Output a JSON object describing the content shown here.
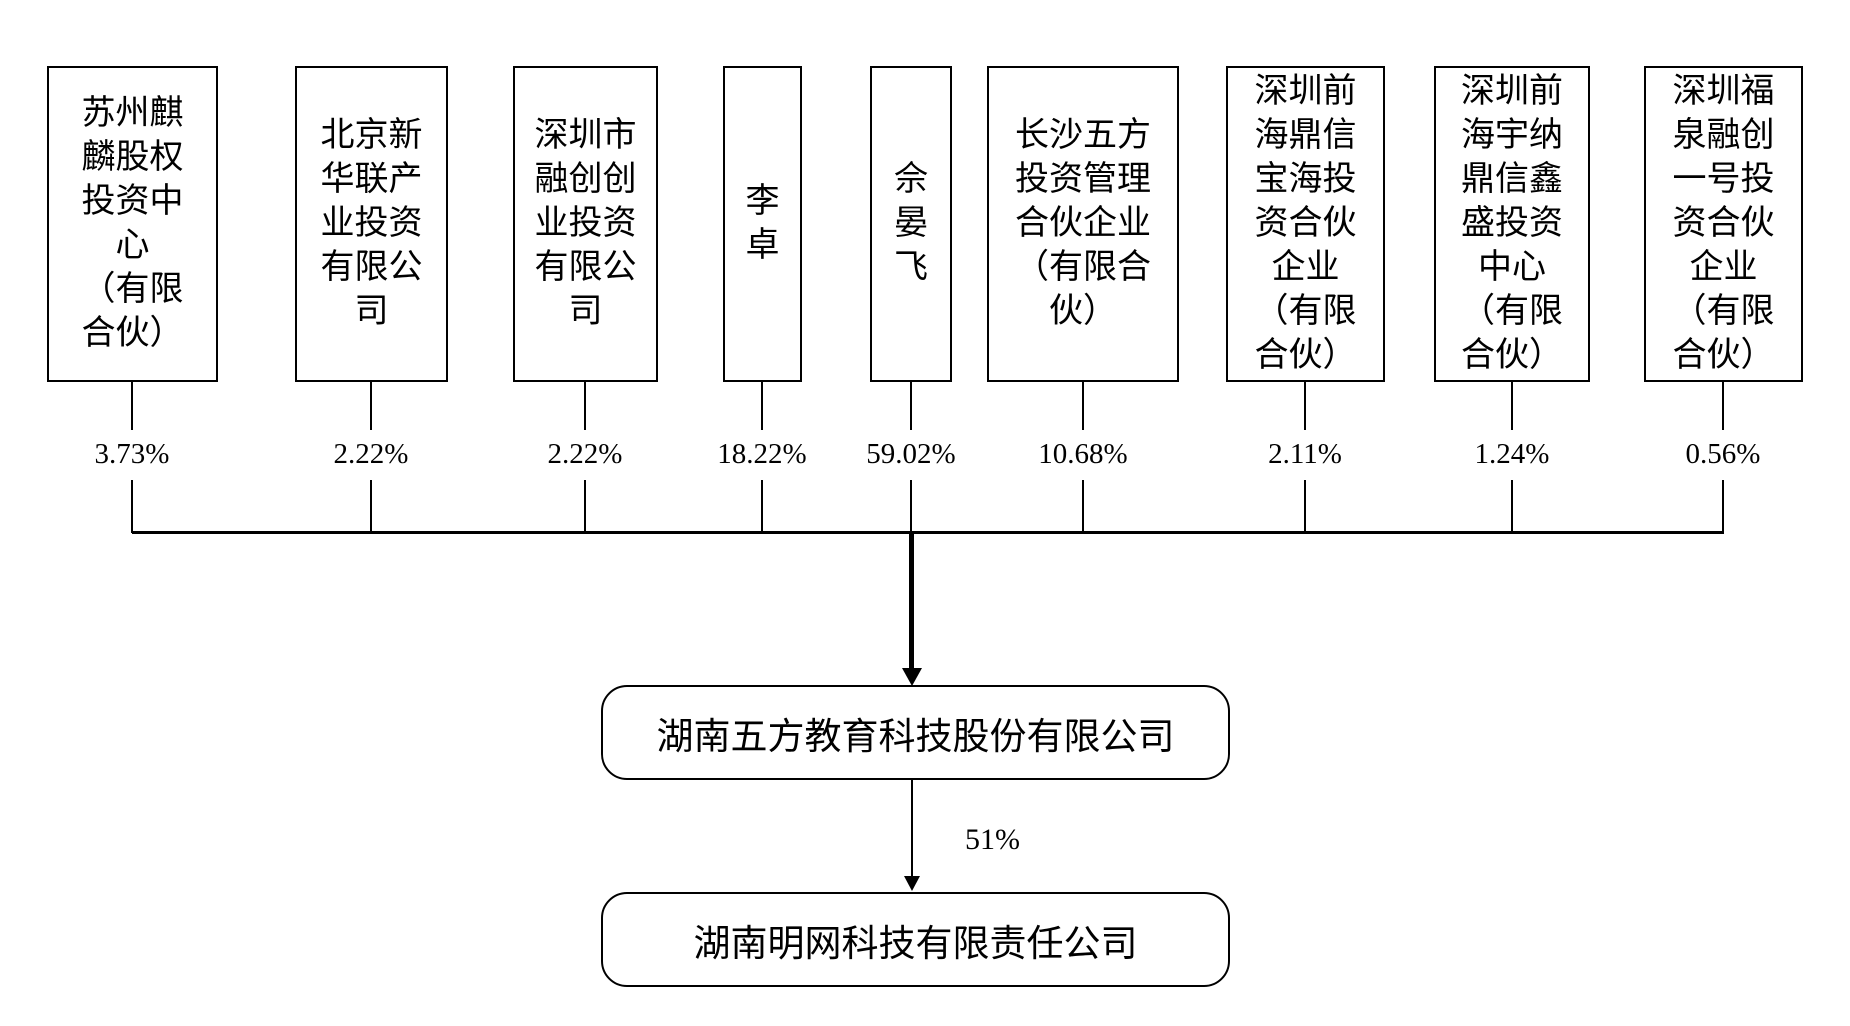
{
  "diagram": {
    "title": "equity-structure-chart",
    "shareholders": [
      {
        "name": "苏州麒\n麟股权\n投资中\n心\n（有限\n合伙）",
        "percent": "3.73%"
      },
      {
        "name": "北京新\n华联产\n业投资\n有限公\n司",
        "percent": "2.22%"
      },
      {
        "name": "深圳市\n融创创\n业投资\n有限公\n司",
        "percent": "2.22%"
      },
      {
        "name": "李\n卓",
        "percent": "18.22%"
      },
      {
        "name": "佘\n晏\n飞",
        "percent": "59.02%"
      },
      {
        "name": "长沙五方\n投资管理\n合伙企业\n（有限合\n伙）",
        "percent": "10.68%"
      },
      {
        "name": "深圳前\n海鼎信\n宝海投\n资合伙\n企业\n（有限\n合伙）",
        "percent": "2.11%"
      },
      {
        "name": "深圳前\n海宇纳\n鼎信鑫\n盛投资\n中心\n（有限\n合伙）",
        "percent": "1.24%"
      },
      {
        "name": "深圳福\n泉融创\n一号投\n资合伙\n企业\n（有限\n合伙）",
        "percent": "0.56%"
      }
    ],
    "parent_company": "湖南五方教育科技股份有限公司",
    "subsidiary_company": "湖南明网科技有限责任公司",
    "subsidiary_percent": "51%",
    "colors": {
      "line": "#000000",
      "text": "#000000",
      "background": "#ffffff"
    }
  }
}
